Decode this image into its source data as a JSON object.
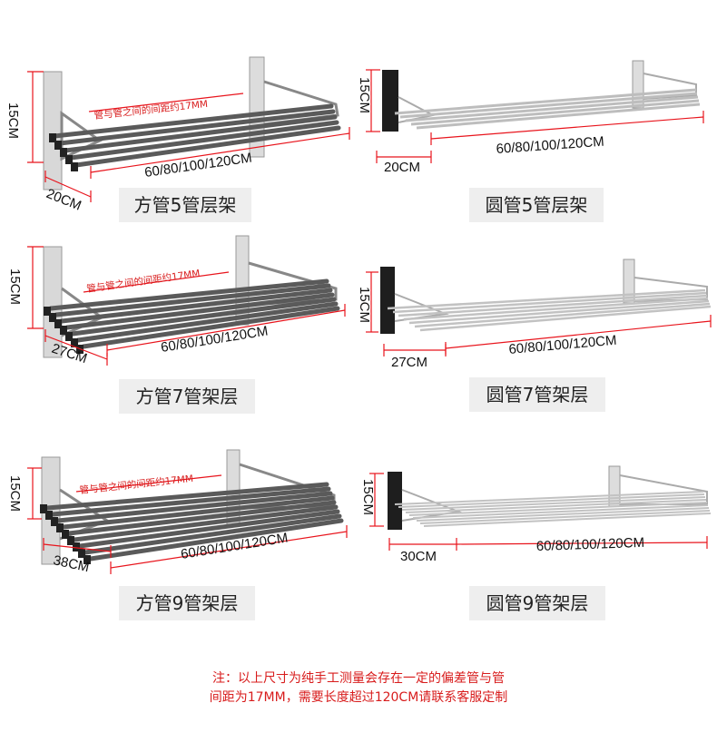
{
  "products": [
    {
      "caption": "方管5管层架",
      "height_label": "15CM",
      "depth_label": "20CM",
      "length_label": "60/80/100/120CM",
      "spacing_note": "管与管之间的间距约17MM",
      "tube_count": 5,
      "tube_style": "square"
    },
    {
      "caption": "圆管5管层架",
      "height_label": "15CM",
      "depth_label": "20CM",
      "length_label": "60/80/100/120CM",
      "tube_count": 5,
      "tube_style": "round"
    },
    {
      "caption": "方管7管架层",
      "height_label": "15CM",
      "depth_label": "27CM",
      "length_label": "60/80/100/120CM",
      "spacing_note": "管与管之间的间距约17MM",
      "tube_count": 7,
      "tube_style": "square"
    },
    {
      "caption": "圆管7管架层",
      "height_label": "15CM",
      "depth_label": "27CM",
      "length_label": "60/80/100/120CM",
      "tube_count": 7,
      "tube_style": "round"
    },
    {
      "caption": "方管9管架层",
      "height_label": "15CM",
      "depth_label": "38CM",
      "length_label": "60/80/100/120CM",
      "spacing_note": "管与管之间的间距约17MM",
      "tube_count": 9,
      "tube_style": "square"
    },
    {
      "caption": "圆管9管架层",
      "height_label": "15CM",
      "depth_label": "30CM",
      "length_label": "60/80/100/120CM",
      "tube_count": 9,
      "tube_style": "round"
    }
  ],
  "footnote": {
    "line1": "注：以上尺寸为纯手工测量会存在一定的偏差管与管",
    "line2": "间距为17MM，需要长度超过120CM请联系客服定制"
  },
  "colors": {
    "dimension_line": "#e8141c",
    "note_text": "#d81c1c",
    "caption_bg": "#eeeeee",
    "steel_dark": "#6a6a6a",
    "steel_light": "#d2d2d2"
  }
}
